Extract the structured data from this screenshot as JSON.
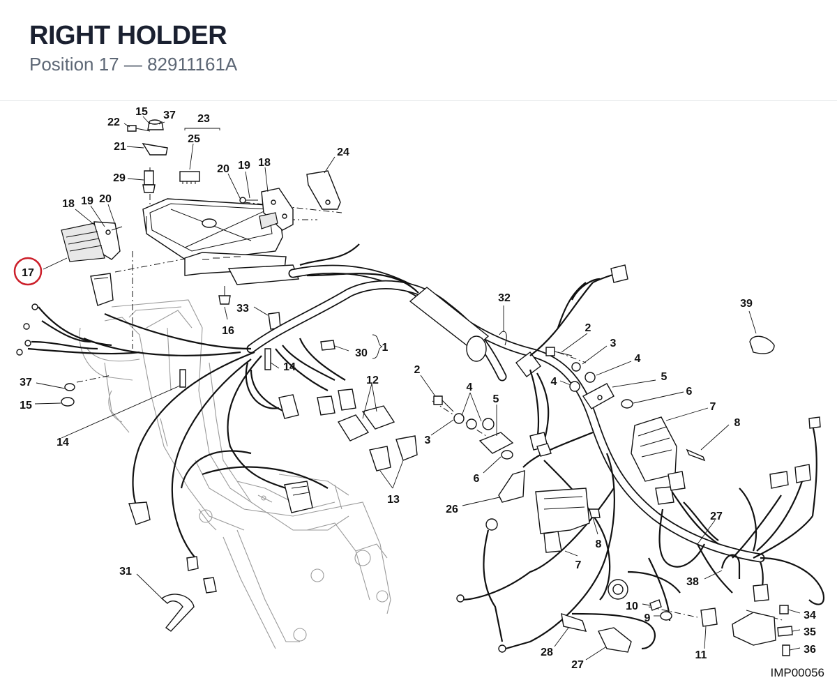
{
  "header": {
    "title": "RIGHT HOLDER",
    "subtitle": "Position 17 — 82911161A"
  },
  "diagram": {
    "highlighted_callout": "17",
    "drawing_code": "IMP00056",
    "callouts": {
      "c15a": "15",
      "c37a": "37",
      "c23": "23",
      "c22": "22",
      "c21": "21",
      "c25": "25",
      "c29": "29",
      "c24": "24",
      "c20a": "20",
      "c19a": "19",
      "c18a": "18",
      "c18b": "18",
      "c19b": "19",
      "c20b": "20",
      "c33": "33",
      "c16": "16",
      "c30": "30",
      "c1": "1",
      "c32": "32",
      "c39": "39",
      "c2a": "2",
      "c3a": "3",
      "c4a": "4",
      "c5a": "5",
      "c4b": "4",
      "c6a": "6",
      "c7a": "7",
      "c8a": "8",
      "c37b": "37",
      "c15b": "15",
      "c14a": "14",
      "c14b": "14",
      "c12": "12",
      "c2b": "2",
      "c4c": "4",
      "c5b": "5",
      "c3b": "3",
      "c6b": "6",
      "c13": "13",
      "c26": "26",
      "c27a": "27",
      "c8b": "8",
      "c7b": "7",
      "c38": "38",
      "c31": "31",
      "c10": "10",
      "c9": "9",
      "c11": "11",
      "c34": "34",
      "c35": "35",
      "c36": "36",
      "c28": "28",
      "c27b": "27"
    }
  }
}
